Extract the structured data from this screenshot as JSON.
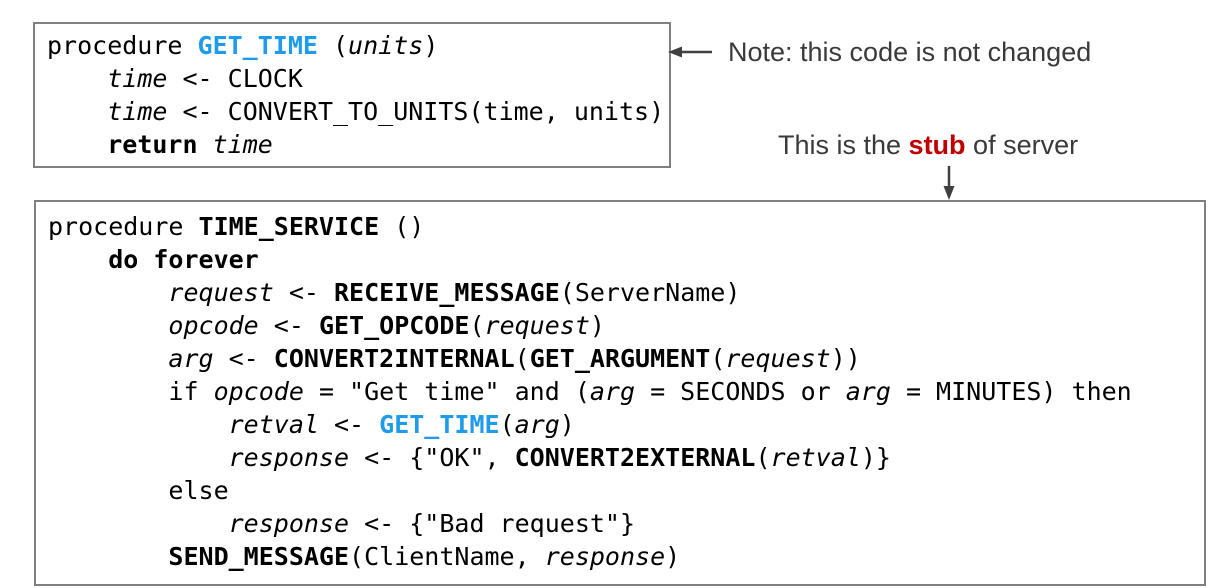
{
  "colors": {
    "accent_blue": "#1E9BE9",
    "stub_red": "#C00000",
    "border_gray": "#808080",
    "text_dark": "#3A3A3A",
    "code_black": "#000000",
    "arrow_gray": "#404040"
  },
  "icons": {
    "note_arrow": "left-arrow",
    "stub_arrow": "down-arrow"
  },
  "annotations": {
    "note_text": "Note: this code is not changed",
    "stub_prefix": "This is the ",
    "stub_highlight": "stub",
    "stub_suffix": " of server"
  },
  "get_time_box": {
    "lines": [
      [
        {
          "t": "procedure ",
          "s": "n"
        },
        {
          "t": "GET_TIME",
          "s": "kb"
        },
        {
          "t": " (",
          "s": "n"
        },
        {
          "t": "units",
          "s": "i"
        },
        {
          "t": ")",
          "s": "n"
        }
      ],
      [
        {
          "t": "    ",
          "s": "n"
        },
        {
          "t": "time",
          "s": "i"
        },
        {
          "t": " <- CLOCK",
          "s": "n"
        }
      ],
      [
        {
          "t": "    ",
          "s": "n"
        },
        {
          "t": "time",
          "s": "i"
        },
        {
          "t": " <- CONVERT_TO_UNITS(time, units)",
          "s": "n"
        }
      ],
      [
        {
          "t": "    ",
          "s": "n"
        },
        {
          "t": "return",
          "s": "b"
        },
        {
          "t": " ",
          "s": "n"
        },
        {
          "t": "time",
          "s": "i"
        }
      ]
    ]
  },
  "time_service_box": {
    "lines": [
      [
        {
          "t": "procedure ",
          "s": "n"
        },
        {
          "t": "TIME_SERVICE",
          "s": "b"
        },
        {
          "t": " ()",
          "s": "n"
        }
      ],
      [
        {
          "t": "    ",
          "s": "n"
        },
        {
          "t": "do forever",
          "s": "b"
        }
      ],
      [
        {
          "t": "        ",
          "s": "n"
        },
        {
          "t": "request",
          "s": "i"
        },
        {
          "t": " <- ",
          "s": "n"
        },
        {
          "t": "RECEIVE_MESSAGE",
          "s": "b"
        },
        {
          "t": "(ServerName)",
          "s": "n"
        }
      ],
      [
        {
          "t": "        ",
          "s": "n"
        },
        {
          "t": "opcode",
          "s": "i"
        },
        {
          "t": " <- ",
          "s": "n"
        },
        {
          "t": "GET_OPCODE",
          "s": "b"
        },
        {
          "t": "(",
          "s": "n"
        },
        {
          "t": "request",
          "s": "i"
        },
        {
          "t": ")",
          "s": "n"
        }
      ],
      [
        {
          "t": "        ",
          "s": "n"
        },
        {
          "t": "arg",
          "s": "i"
        },
        {
          "t": " <- ",
          "s": "n"
        },
        {
          "t": "CONVERT2INTERNAL",
          "s": "b"
        },
        {
          "t": "(",
          "s": "n"
        },
        {
          "t": "GET_ARGUMENT",
          "s": "b"
        },
        {
          "t": "(",
          "s": "n"
        },
        {
          "t": "request",
          "s": "i"
        },
        {
          "t": "))",
          "s": "n"
        }
      ],
      [
        {
          "t": "        if ",
          "s": "n"
        },
        {
          "t": "opcode",
          "s": "i"
        },
        {
          "t": " = \"Get time\" and (",
          "s": "n"
        },
        {
          "t": "arg",
          "s": "i"
        },
        {
          "t": " = SECONDS or ",
          "s": "n"
        },
        {
          "t": "arg",
          "s": "i"
        },
        {
          "t": " = MINUTES) then",
          "s": "n"
        }
      ],
      [
        {
          "t": "            ",
          "s": "n"
        },
        {
          "t": "retval",
          "s": "i"
        },
        {
          "t": " <- ",
          "s": "n"
        },
        {
          "t": "GET_TIME",
          "s": "kb"
        },
        {
          "t": "(",
          "s": "n"
        },
        {
          "t": "arg",
          "s": "i"
        },
        {
          "t": ")",
          "s": "n"
        }
      ],
      [
        {
          "t": "            ",
          "s": "n"
        },
        {
          "t": "response",
          "s": "i"
        },
        {
          "t": " <- {\"OK\", ",
          "s": "n"
        },
        {
          "t": "CONVERT2EXTERNAL",
          "s": "b"
        },
        {
          "t": "(",
          "s": "n"
        },
        {
          "t": "retval",
          "s": "i"
        },
        {
          "t": ")}",
          "s": "n"
        }
      ],
      [
        {
          "t": "        else",
          "s": "n"
        }
      ],
      [
        {
          "t": "            ",
          "s": "n"
        },
        {
          "t": "response",
          "s": "i"
        },
        {
          "t": " <- {\"Bad request\"}",
          "s": "n"
        }
      ],
      [
        {
          "t": "        ",
          "s": "n"
        },
        {
          "t": "SEND_MESSAGE",
          "s": "b"
        },
        {
          "t": "(ClientName, ",
          "s": "n"
        },
        {
          "t": "response",
          "s": "i"
        },
        {
          "t": ")",
          "s": "n"
        }
      ]
    ]
  }
}
